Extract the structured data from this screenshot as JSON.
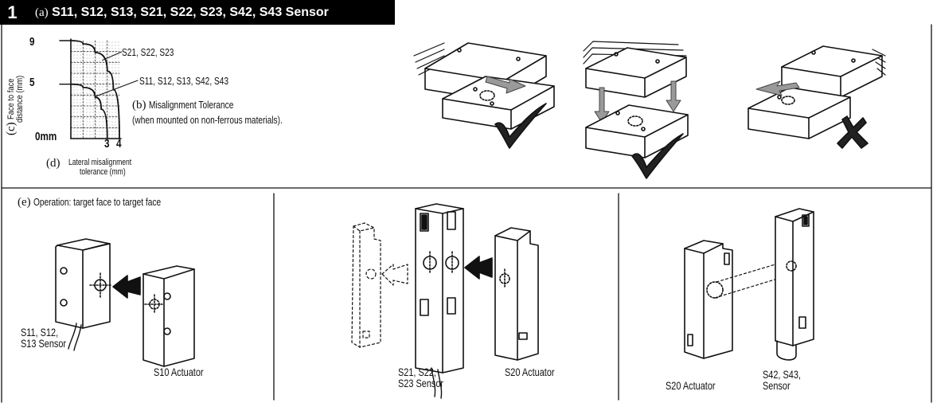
{
  "header": {
    "section_number": "1",
    "letter": "(a)",
    "title": "S11, S12, S13, S21, S22, S23, S42, S43  Sensor"
  },
  "tolerance_chart": {
    "letter_b": "(b)",
    "caption_line1": "Misalignment Tolerance",
    "caption_line2": "(when mounted on non-ferrous materials).",
    "letter_c": "(c)",
    "y_label_line1": "Face to face",
    "y_label_line2": "distance (mm)",
    "letter_d": "(d)",
    "x_label_line1": "Lateral misalignment",
    "x_label_line2": "tolerance (mm)",
    "y_tick_top": "9",
    "y_tick_mid": "5",
    "y_tick_zero": "0mm",
    "x_tick_3": "3",
    "x_tick_4": "4",
    "curve_outer_label": "S21, S22, S23",
    "curve_inner_label": "S11, S12, S13, S42, S43"
  },
  "chart_data": {
    "type": "line",
    "title": "Misalignment Tolerance",
    "xlabel": "Lateral misalignment tolerance (mm)",
    "ylabel": "Face to face distance (mm)",
    "xlim": [
      0,
      4
    ],
    "ylim": [
      0,
      9
    ],
    "grid": true,
    "series": [
      {
        "name": "S21, S22, S23",
        "x": [
          0,
          1,
          2,
          3,
          3.5,
          4
        ],
        "y": [
          9,
          8.7,
          7.9,
          6.2,
          4.5,
          0
        ]
      },
      {
        "name": "S11, S12, S13, S42, S43",
        "x": [
          0,
          1,
          2,
          2.5,
          3
        ],
        "y": [
          5,
          4.7,
          3.8,
          2.7,
          0
        ]
      }
    ]
  },
  "operation": {
    "letter_e": "(e)",
    "title": "Operation: target face to target face",
    "s11_label_line1": "S11, S12,",
    "s11_label_line2": "S13 Sensor",
    "s10_label": "S10 Actuator",
    "s21_label_line1": "S21, S22,",
    "s21_label_line2": "S23 Sensor",
    "s20_label_mid": "S20 Actuator",
    "s20_label_right": "S20 Actuator",
    "s42_label_line1": "S42, S43,",
    "s42_label_line2": "Sensor"
  },
  "colors": {
    "ink": "#111111",
    "header_bg": "#000000",
    "header_text": "#ffffff",
    "arrow_grey": "#9a9a9a"
  }
}
